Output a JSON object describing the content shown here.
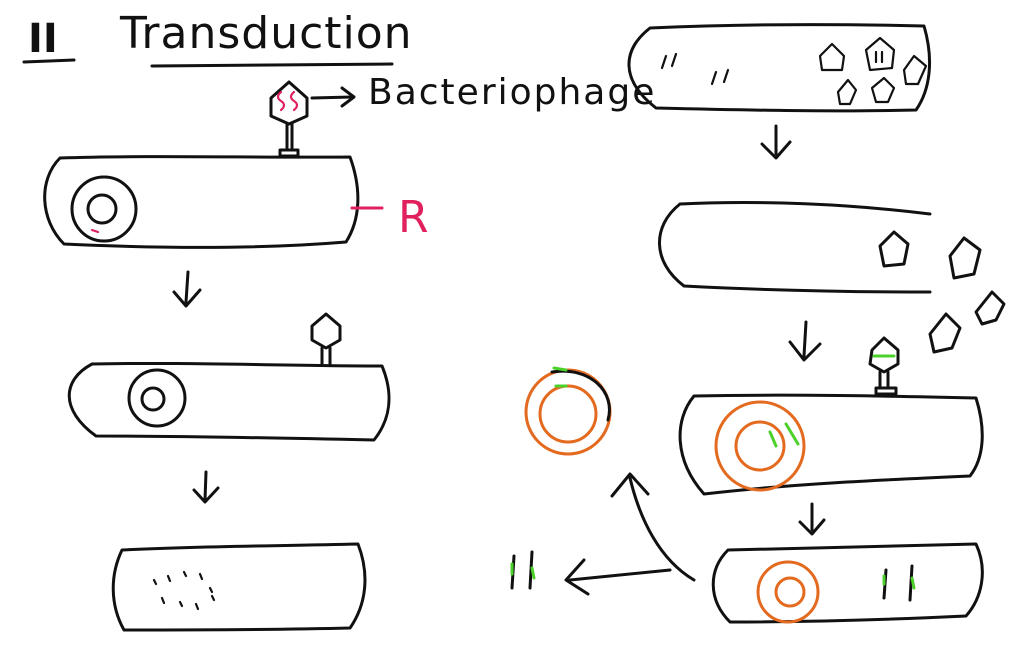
{
  "heading": {
    "numeral": "II",
    "title": "Transduction"
  },
  "labels": {
    "phage_label": "Bacteriophage",
    "phage_dna_mark": "SS",
    "receptor_label": "R"
  },
  "colors": {
    "ink": "#111111",
    "receptor_accent": "#e0215e",
    "plasmid_orange": "#e36a1e",
    "gene_green": "#4cd12a",
    "background": "#ffffff"
  }
}
